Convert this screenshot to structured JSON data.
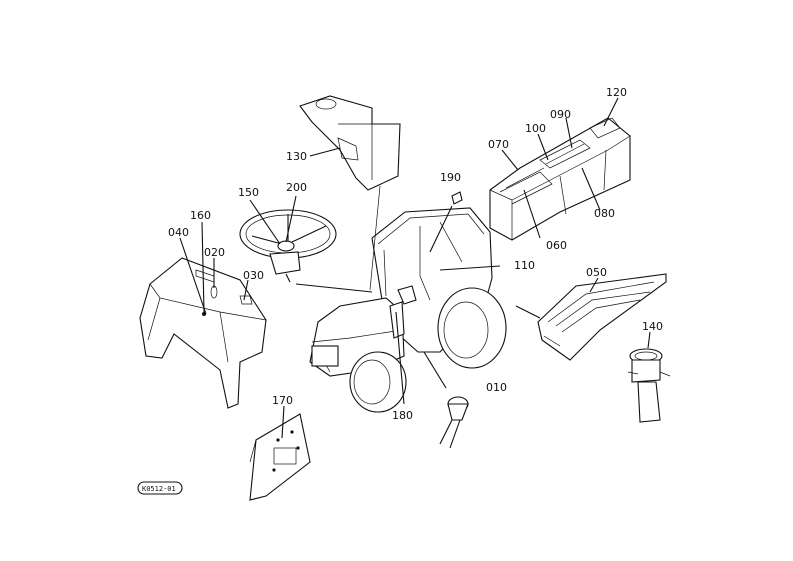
{
  "figure": {
    "callouts": [
      "010",
      "020",
      "030",
      "040",
      "050",
      "060",
      "070",
      "080",
      "090",
      "100",
      "110",
      "120",
      "130",
      "140",
      "150",
      "160",
      "170",
      "180",
      "190",
      "200"
    ],
    "stamp": "K0512-01"
  },
  "colors": {
    "ink": "#111111",
    "paper": "#ffffff"
  }
}
